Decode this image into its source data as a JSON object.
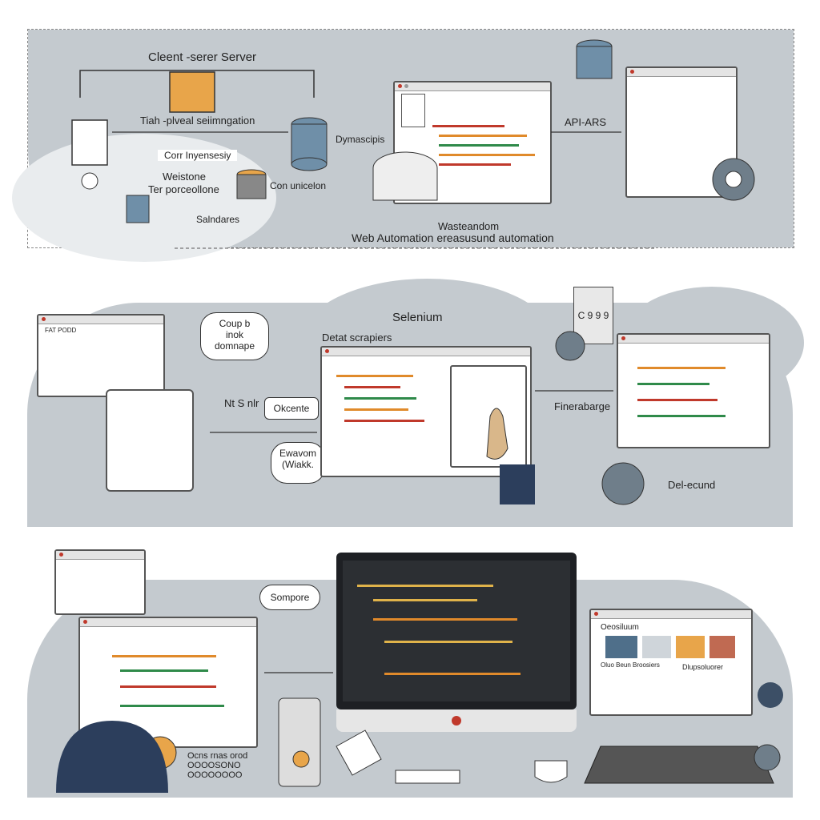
{
  "top": {
    "client_server": "Cleent -serer Server",
    "tiah_label": "Tiah -plveal seiimngation",
    "corr_label": "Corr Inyensesiy",
    "weistone": "Weistone",
    "ter_label": "Ter porceollone",
    "con_label": "Con unicelon",
    "salndares": "Salndares",
    "dymascipis": "Dymascipis",
    "api_label": "API-ARS",
    "was_label": "Wasteandom",
    "web_auto": "Web Automation ereasusund automation"
  },
  "middle": {
    "selenium": "Selenium",
    "detat": "Detat scrapiers",
    "coup_bubble": [
      "Coup b",
      "inok",
      "domnape"
    ],
    "nt_label": "Nt S nlr",
    "okcente": "Okcente",
    "ewavom_bubble": [
      "Ewavom",
      "(Wiakk."
    ],
    "finerabarge": "Finerabarge",
    "del_ecund": "Del-ecund",
    "left_window_title": "FAT PODD",
    "counter_display": "C 9 9 9"
  },
  "bottom": {
    "sompore": "Sompore",
    "ocns_label": [
      "Ocns  rnas  orod",
      "OOOOSONO",
      "OOOOOOOO"
    ],
    "right_window_title": "Oeosiluum",
    "right_sub_left": "Oluo Beun Broosiers",
    "right_sub_right": "Dlupsoluorer"
  },
  "colors": {
    "panel_bg": "#c4cacf",
    "accent_orange": "#e08a2b",
    "accent_green": "#2f8a4a",
    "accent_red": "#c0392b",
    "dark_code_bg": "#2c2f33"
  }
}
